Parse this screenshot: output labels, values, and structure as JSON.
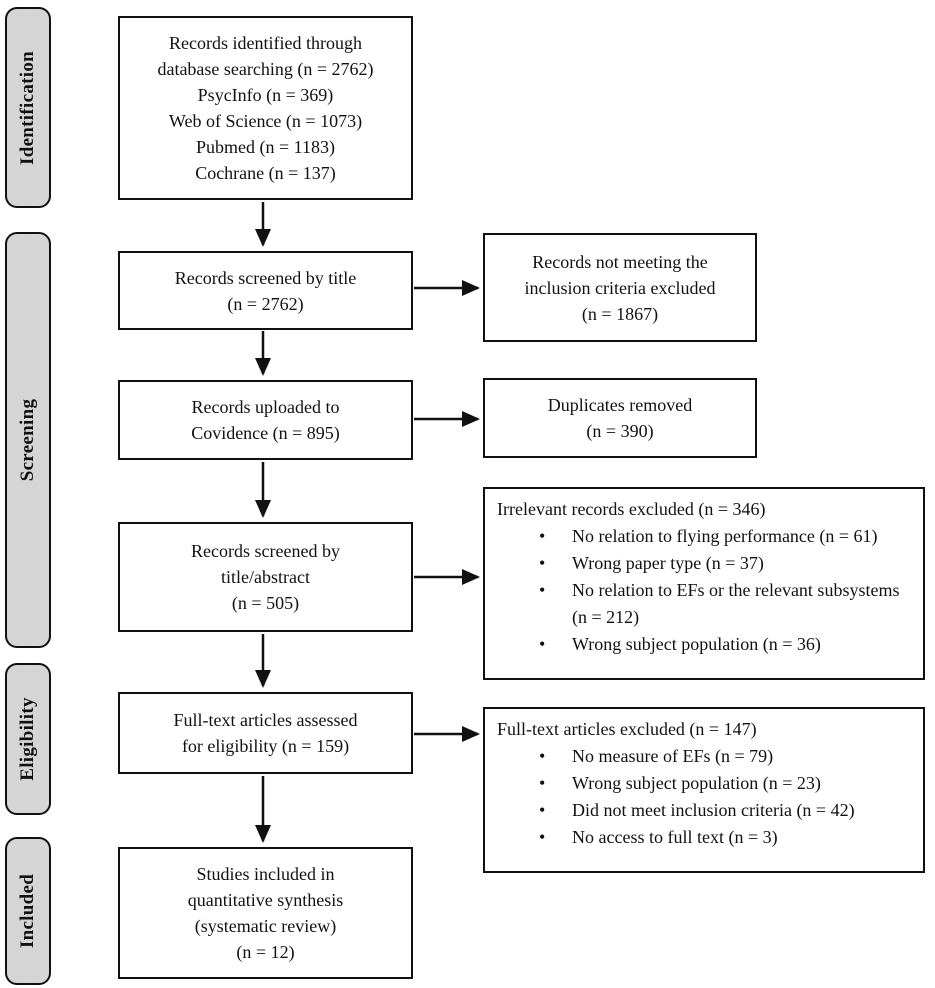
{
  "diagram": {
    "type": "prisma-flow-diagram",
    "colors": {
      "box_border": "#111111",
      "box_fill": "#ffffff",
      "stage_fill": "#d5d5d5",
      "text": "#111111"
    },
    "stages": [
      {
        "label": "Identification"
      },
      {
        "label": "Screening"
      },
      {
        "label": "Eligibility"
      },
      {
        "label": "Included"
      }
    ],
    "flow_boxes": [
      {
        "text": "Records identified through\ndatabase searching (n = 2762)\nPsycInfo (n = 369)\nWeb of Science (n = 1073)\nPubmed (n = 1183)\nCochrane (n = 137)"
      },
      {
        "text": "Records screened by title\n(n = 2762)"
      },
      {
        "text": "Records uploaded to\nCovidence (n = 895)"
      },
      {
        "text": "Records screened by\ntitle/abstract\n(n = 505)"
      },
      {
        "text": "Full-text articles assessed\nfor eligibility (n = 159)"
      },
      {
        "text": "Studies included in\nquantitative synthesis\n(systematic review)\n(n = 12)"
      }
    ],
    "exclusion_boxes": [
      {
        "text": "Records not meeting the\ninclusion criteria excluded\n(n = 1867)"
      },
      {
        "text": "Duplicates removed\n(n = 390)"
      },
      {
        "title": "Irrelevant records excluded (n = 346)",
        "bullets": [
          "No relation to flying performance (n = 61)",
          "Wrong paper type (n = 37)",
          "No relation to EFs or the relevant subsystems (n = 212)",
          "Wrong subject population (n = 36)"
        ]
      },
      {
        "title": "Full-text articles excluded (n = 147)",
        "bullets": [
          "No measure of EFs (n = 79)",
          "Wrong subject population (n = 23)",
          "Did not meet inclusion criteria (n = 42)",
          "No access to full text (n = 3)"
        ]
      }
    ]
  }
}
